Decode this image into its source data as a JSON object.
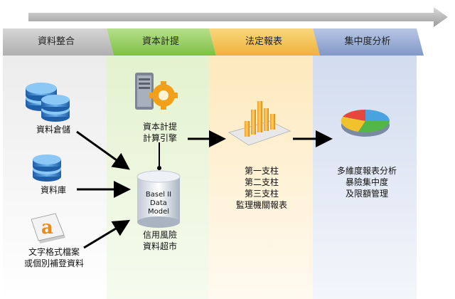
{
  "stages": [
    {
      "label": "資料整合",
      "color": "#c8c8c8"
    },
    {
      "label": "資本計提",
      "color": "#9fd36a"
    },
    {
      "label": "法定報表",
      "color": "#f4c25a"
    },
    {
      "label": "集中度分析",
      "color": "#9fb2d8"
    }
  ],
  "sources": {
    "warehouse": "資料倉儲",
    "database": "資料庫",
    "text_files": [
      "文字格式檔案",
      "或個別補登資料"
    ]
  },
  "engine": [
    "資本計提",
    "計算引擎"
  ],
  "datamodel": {
    "lines": [
      "Basel II",
      "Data",
      "Model"
    ],
    "caption": [
      "信用風險",
      "資料超市"
    ]
  },
  "reports": [
    "第一支柱",
    "第二支柱",
    "第三支柱",
    "監理機關報表"
  ],
  "analysis": [
    "多維度報表分析",
    "暴險集中度",
    "及限額管理"
  ],
  "icons": {
    "warehouse": "database-stack-icon",
    "database": "database-icon",
    "text_files": "amazon-document-icon",
    "engine": "server-gear-icon",
    "reports": "bar-chart-3d-icon",
    "analysis": "pie-chart-3d-icon"
  }
}
